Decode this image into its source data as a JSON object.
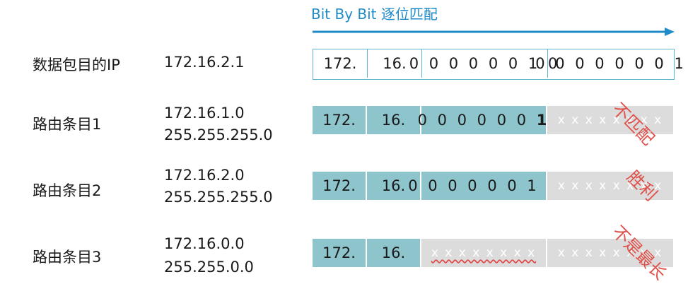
{
  "title": "Bit By Bit 逐位匹配",
  "packet": {
    "label": "数据包目的IP",
    "ip": "172.16.2.1",
    "cells": [
      "172.",
      "16.",
      "0 0 0 0 0 0 1 0",
      "0 0 0 0 0 0 0 1"
    ]
  },
  "routes": [
    {
      "label": "路由条目1",
      "network": "172.16.1.0",
      "mask": "255.255.255.0",
      "cells": [
        "172.",
        "16.",
        "0 0 0 0 0 0 ",
        "1",
        "x x x x x x x x"
      ],
      "result": "不匹配"
    },
    {
      "label": "路由条目2",
      "network": "172.16.2.0",
      "mask": "255.255.255.0",
      "cells": [
        "172.",
        "16.",
        "0 0 0 0 0 0 1 0",
        "x x x x x x x x"
      ],
      "result": "胜利"
    },
    {
      "label": "路由条目3",
      "network": "172.16.0.0",
      "mask": "255.255.0.0",
      "cells": [
        "172.",
        "16.",
        "x x x x x x x x",
        "x x x x x x x x"
      ],
      "result": "不是最长"
    }
  ],
  "colors": {
    "accent": "#1f8bc9",
    "teal": "#8ec4cc",
    "gray": "#dcdcdc",
    "stamp": "#e0504a"
  }
}
